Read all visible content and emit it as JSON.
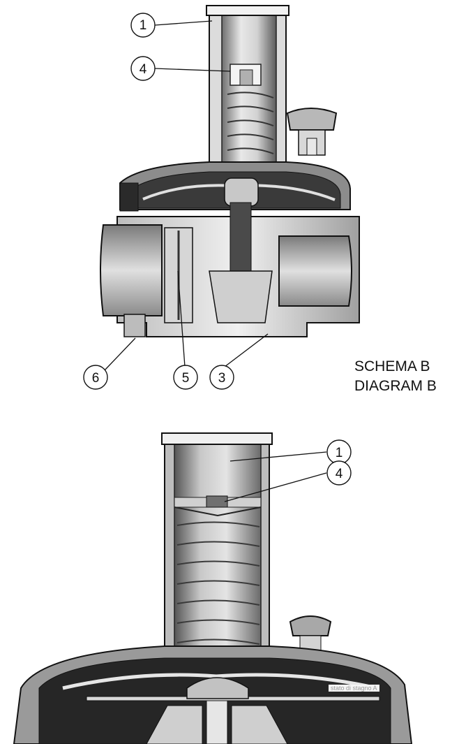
{
  "diagram_a": {
    "callouts": [
      {
        "num": "1",
        "target": "upper-cap"
      },
      {
        "num": "4",
        "target": "spring-adjuster"
      },
      {
        "num": "6",
        "target": "base-plug"
      },
      {
        "num": "5",
        "target": "filter"
      },
      {
        "num": "3",
        "target": "valve-body"
      }
    ]
  },
  "diagram_b": {
    "label_it": "SCHEMA B",
    "label_en": "DIAGRAM B",
    "callouts": [
      {
        "num": "1",
        "target": "upper-cap"
      },
      {
        "num": "4",
        "target": "spring-adjuster"
      }
    ],
    "watermark": "stato di stagno A"
  },
  "colors": {
    "metal_light": "#e6e6e6",
    "metal_mid": "#a8a8a8",
    "metal_dark": "#2a2a2a",
    "outline": "#111111"
  }
}
